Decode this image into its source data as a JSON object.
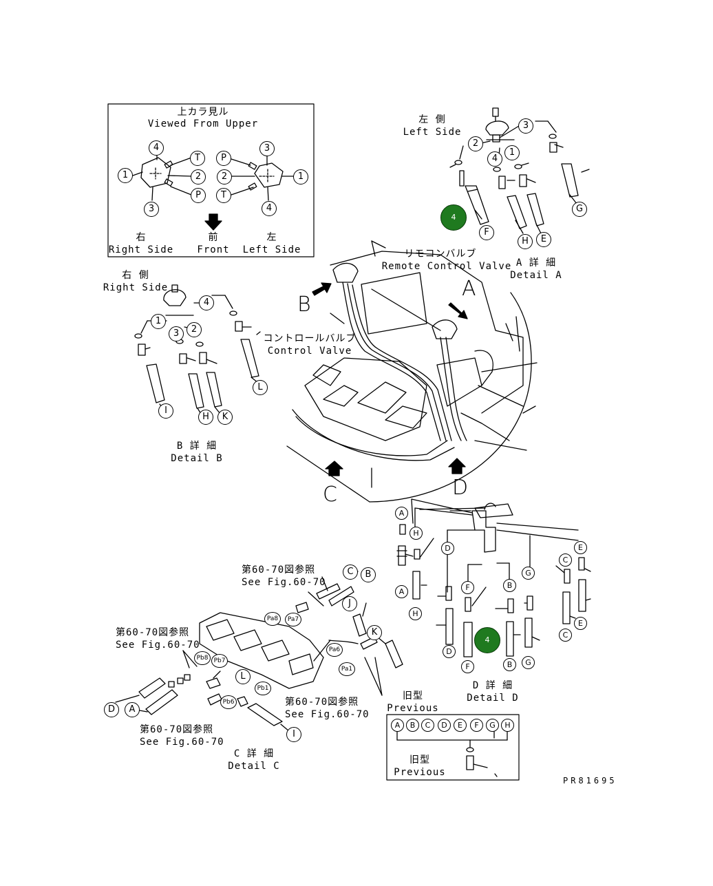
{
  "top_view": {
    "ja": "上カラ見ル",
    "en": "Viewed From Upper",
    "right_ja": "右",
    "right_en": "Right Side",
    "front_ja": "前",
    "front_en": "Front",
    "left_ja": "左",
    "left_en": "Left Side",
    "ports_left": [
      "4",
      "1",
      "2",
      "3",
      "T",
      "P"
    ],
    "ports_right": [
      "3",
      "2",
      "1",
      "4",
      "P",
      "T"
    ]
  },
  "detail_a": {
    "side_ja": "左 側",
    "side_en": "Left Side",
    "title_ja": "A 詳 細",
    "title_en": "Detail A",
    "nums": [
      "3",
      "2",
      "1",
      "4"
    ],
    "letters": [
      "F",
      "H",
      "E",
      "G"
    ]
  },
  "detail_b": {
    "side_ja": "右 側",
    "side_en": "Right Side",
    "title_ja": "B 詳 細",
    "title_en": "Detail B",
    "nums": [
      "4",
      "1",
      "3",
      "2"
    ],
    "letters": [
      "I",
      "H",
      "K",
      "L"
    ]
  },
  "main": {
    "remote_ja": "リモコンバルブ",
    "remote_en": "Remote Control Valve",
    "control_ja": "コントロールバルブ",
    "control_en": "Control Valve",
    "arrow_a": "A",
    "arrow_b": "B",
    "arrow_c": "C",
    "arrow_d": "D"
  },
  "detail_c": {
    "ref_ja": "第60-70図参照",
    "ref_en": "See Fig.60-70",
    "title_ja": "C 詳 細",
    "title_en": "Detail C",
    "letters": [
      "C",
      "B",
      "J",
      "K",
      "L",
      "D",
      "A",
      "I"
    ],
    "ports": [
      "Pa8",
      "Pa7",
      "Pb8",
      "Pb7",
      "Pa6",
      "Pa1",
      "Pb1",
      "Pb6"
    ]
  },
  "detail_d": {
    "title_ja": "D 詳 細",
    "title_en": "Detail D",
    "letters": [
      "A",
      "H",
      "D",
      "F",
      "B",
      "G",
      "C",
      "E",
      "A",
      "H",
      "D",
      "F",
      "B",
      "G",
      "C",
      "E"
    ]
  },
  "previous": {
    "ja": "旧型",
    "en": "Previous",
    "letters": [
      "A",
      "B",
      "C",
      "D",
      "E",
      "F",
      "G",
      "H"
    ]
  },
  "badges": [
    "4",
    "4"
  ],
  "code": "PR81695"
}
